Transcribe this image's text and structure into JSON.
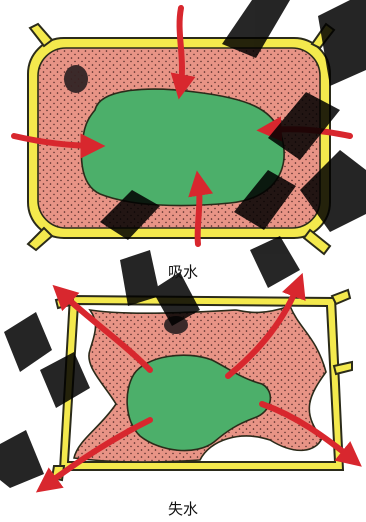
{
  "diagrams": [
    {
      "caption": "吸水"
    },
    {
      "caption": "失水"
    }
  ],
  "colors": {
    "cell_wall_fill": "#f4e94d",
    "cell_wall_stroke": "#2b2b1a",
    "cytoplasm": "#e89486",
    "vacuole": "#4caf6a",
    "arrow": "#d8272e",
    "watermark": "#000000",
    "nucleus": "#3b2a2a"
  },
  "icons": [
    "absorb-arrow",
    "release-arrow"
  ]
}
